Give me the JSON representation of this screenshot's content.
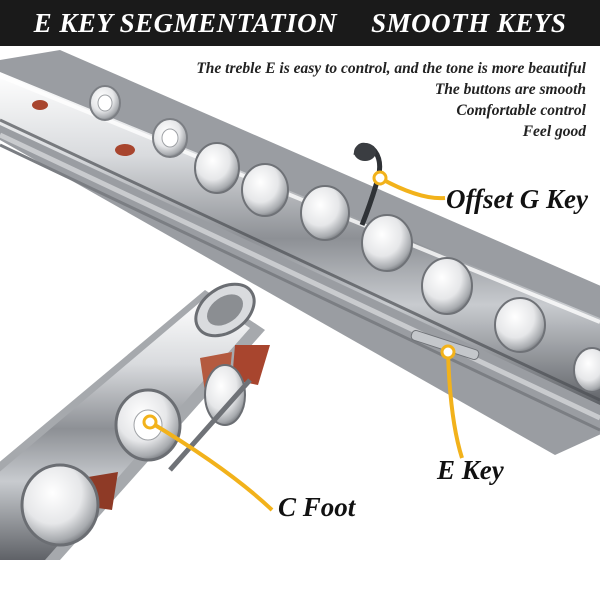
{
  "banner": {
    "left_text": "E KEY SEGMENTATION",
    "right_text": "SMOOTH KEYS",
    "bg": "#1a1a1a"
  },
  "features": [
    "The treble E is easy to control, and the tone is more beautiful",
    "The buttons are smooth",
    "Comfortable control",
    "Feel good"
  ],
  "callouts": {
    "offset_g": "Offset G Key",
    "e_key": "E Key",
    "c_foot": "C Foot",
    "accent": "#f2b21b"
  },
  "colors": {
    "silver_light": "#f4f4f4",
    "silver_mid": "#b9bcc0",
    "silver_dark": "#6d7075",
    "pad_red": "#a8452e"
  }
}
